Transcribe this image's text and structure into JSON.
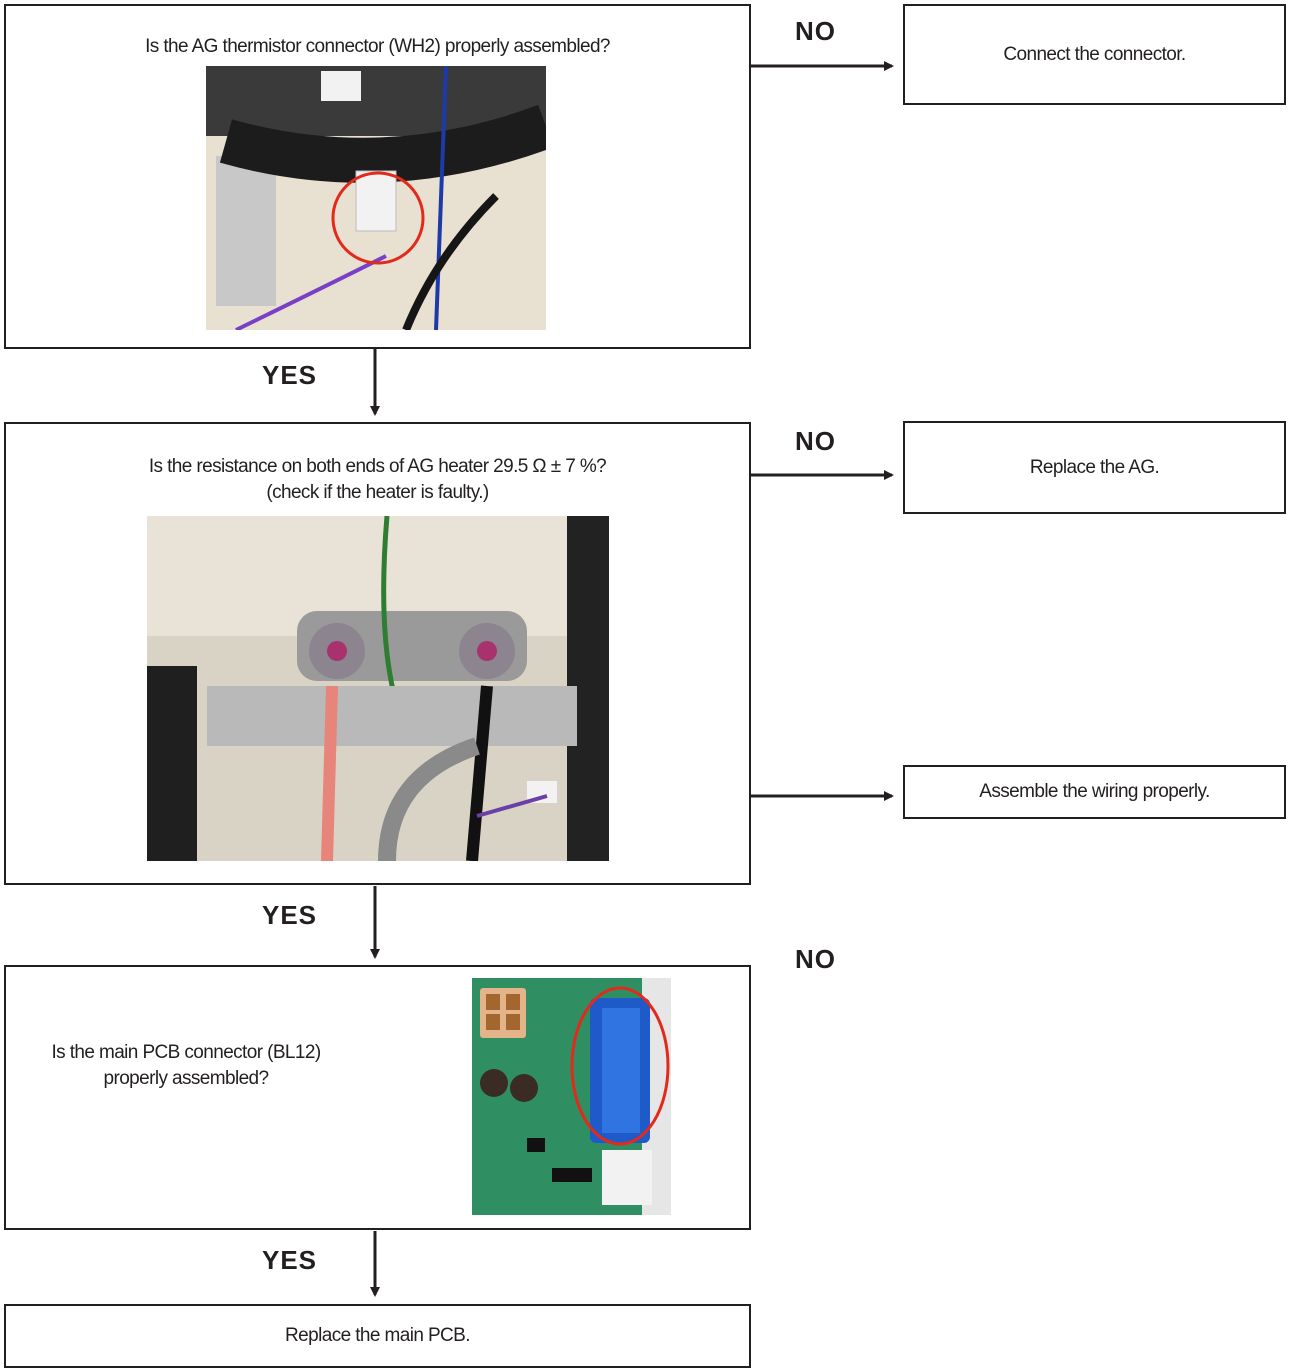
{
  "labels": {
    "no": "NO",
    "yes": "YES"
  },
  "steps": [
    {
      "question": "Is the AG thermistor connector (WH2) properly assembled?",
      "no_action": "Connect the connector."
    },
    {
      "question_line1": "Is the resistance on both ends of AG heater 29.5 Ω ± 7 %?",
      "question_line2": "(check if the heater is faulty.)",
      "no_action": "Replace the AG."
    },
    {
      "question_line1": "Is the main PCB connector (BL12)",
      "question_line2": "properly assembled?",
      "no_action": "Assemble the wiring properly."
    }
  ],
  "final_action": "Replace the main PCB."
}
